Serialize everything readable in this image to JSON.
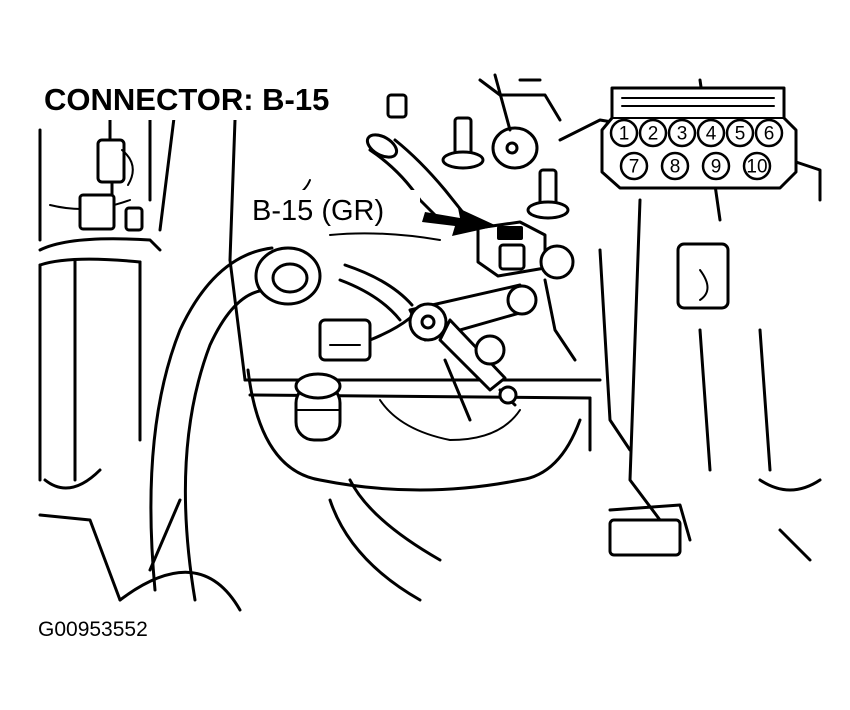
{
  "title": "CONNECTOR: B-15",
  "callout": "B-15 (GR)",
  "figure_id": "G00953552",
  "connector_pins": {
    "top_row": [
      "1",
      "2",
      "3",
      "4",
      "5",
      "6"
    ],
    "bottom_row": [
      "7",
      "8",
      "9",
      "10"
    ]
  }
}
